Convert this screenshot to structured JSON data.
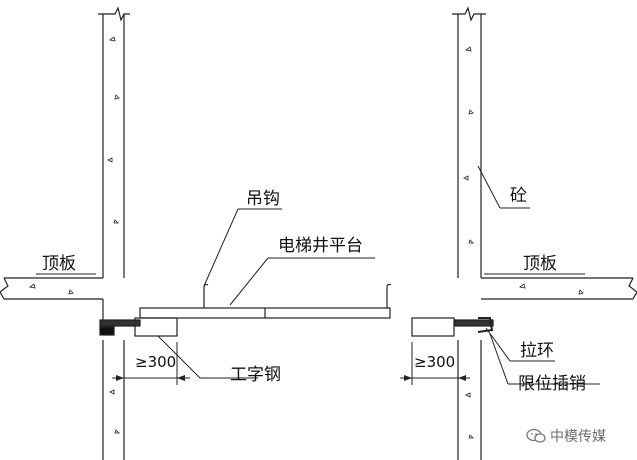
{
  "labels": {
    "hook": "吊钩",
    "platform": "电梯井平台",
    "concrete": "砼",
    "roof_slab_left": "顶板",
    "roof_slab_right": "顶板",
    "pull_ring": "拉环",
    "limit_pin": "限位插销",
    "i_beam": "工字钢"
  },
  "dimensions": {
    "left_min": "≥300",
    "right_min": "≥300"
  },
  "watermark": {
    "text": "中模传媒",
    "icon": "wechat-icon"
  }
}
